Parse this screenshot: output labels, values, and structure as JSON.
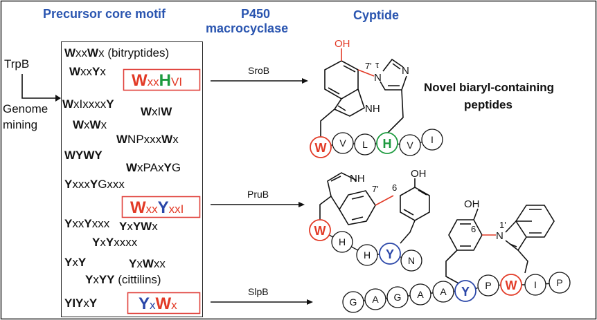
{
  "headers": {
    "precursor": "Precursor core motif",
    "p450_line1": "P450",
    "p450_line2": "macrocyclase",
    "cyptide": "Cyptide"
  },
  "side_labels": {
    "trpb": "TrpB",
    "genome": "Genome",
    "mining": "mining"
  },
  "motifs": [
    {
      "parts": [
        [
          "W",
          "b"
        ],
        [
          "xx",
          ""
        ],
        [
          "W",
          "b"
        ],
        [
          "x (bitryptides)",
          ""
        ]
      ]
    },
    {
      "parts": [
        [
          "W",
          "b"
        ],
        [
          "xx",
          ""
        ],
        [
          "Y",
          "b"
        ],
        [
          "x",
          ""
        ]
      ]
    },
    {
      "parts": [
        [
          "W",
          "b"
        ],
        [
          "xIxxxx",
          ""
        ],
        [
          "Y",
          "b"
        ]
      ]
    },
    {
      "parts": [
        [
          "W",
          "b"
        ],
        [
          "xI",
          ""
        ],
        [
          "W",
          "b"
        ]
      ]
    },
    {
      "parts": [
        [
          "W",
          "b"
        ],
        [
          "x",
          ""
        ],
        [
          "W",
          "b"
        ],
        [
          "x",
          ""
        ]
      ]
    },
    {
      "parts": [
        [
          "W",
          "b"
        ],
        [
          "NPxxx",
          ""
        ],
        [
          "W",
          "b"
        ],
        [
          "x",
          ""
        ]
      ]
    },
    {
      "parts": [
        [
          "WYWY",
          "b"
        ]
      ]
    },
    {
      "parts": [
        [
          "W",
          "b"
        ],
        [
          "xPAx",
          ""
        ],
        [
          "Y",
          "b"
        ],
        [
          "G",
          ""
        ]
      ]
    },
    {
      "parts": [
        [
          "Y",
          "b"
        ],
        [
          "xxx",
          ""
        ],
        [
          "Y",
          "b"
        ],
        [
          "Gxxx",
          ""
        ]
      ]
    },
    {
      "parts": [
        [
          "Y",
          "b"
        ],
        [
          "xx",
          ""
        ],
        [
          "Y",
          "b"
        ],
        [
          "xxx",
          ""
        ]
      ]
    },
    {
      "parts": [
        [
          "Y",
          "b"
        ],
        [
          "x",
          ""
        ],
        [
          "YW",
          "b"
        ],
        [
          "x",
          ""
        ]
      ]
    },
    {
      "parts": [
        [
          "Y",
          "b"
        ],
        [
          "x",
          ""
        ],
        [
          "Y",
          "b"
        ],
        [
          "xxxx",
          ""
        ]
      ]
    },
    {
      "parts": [
        [
          "Y",
          "b"
        ],
        [
          "x",
          ""
        ],
        [
          "Y",
          "b"
        ]
      ]
    },
    {
      "parts": [
        [
          "Y",
          "b"
        ],
        [
          "x",
          ""
        ],
        [
          "W",
          "b"
        ],
        [
          "xx",
          ""
        ]
      ]
    },
    {
      "parts": [
        [
          "Y",
          "b"
        ],
        [
          "x",
          ""
        ],
        [
          "YY",
          "b"
        ],
        [
          " (cittilins)",
          ""
        ]
      ]
    },
    {
      "parts": [
        [
          "YIY",
          "b"
        ],
        [
          "x",
          ""
        ],
        [
          "Y",
          "b"
        ]
      ]
    }
  ],
  "highlighted": [
    {
      "parts": [
        [
          "W",
          "red"
        ],
        [
          "xx",
          "red"
        ],
        [
          "H",
          "green"
        ],
        [
          "VI",
          "red"
        ]
      ]
    },
    {
      "parts": [
        [
          "W",
          "red"
        ],
        [
          "xx",
          "red"
        ],
        [
          "Y",
          "blue"
        ],
        [
          "xxI",
          "red"
        ]
      ]
    },
    {
      "parts": [
        [
          "Y",
          "blue"
        ],
        [
          "x",
          "blue"
        ],
        [
          "W",
          "red"
        ],
        [
          "x",
          "red"
        ]
      ]
    }
  ],
  "enzymes": [
    "SroB",
    "PruB",
    "SlpB"
  ],
  "novel_label": {
    "line1": "Novel biaryl-containing",
    "line2": "peptides"
  },
  "peptide1": [
    "W",
    "V",
    "L",
    "H",
    "V",
    "I"
  ],
  "peptide2": [
    "W",
    "H",
    "H",
    "Y",
    "N"
  ],
  "peptide3": [
    "G",
    "A",
    "G",
    "A",
    "A",
    "Y",
    "P",
    "W",
    "I",
    "P"
  ],
  "atoms": {
    "oh": "OH",
    "nh": "NH",
    "n": "N",
    "tau": "τ",
    "s7p": "7'",
    "s6": "6",
    "s1p": "1'"
  },
  "colors": {
    "header_blue": "#2a55b0",
    "trp_red": "#e23a26",
    "his_green": "#1c9a3e",
    "tyr_blue": "#2a46a8",
    "box_red": "#e0403a"
  }
}
